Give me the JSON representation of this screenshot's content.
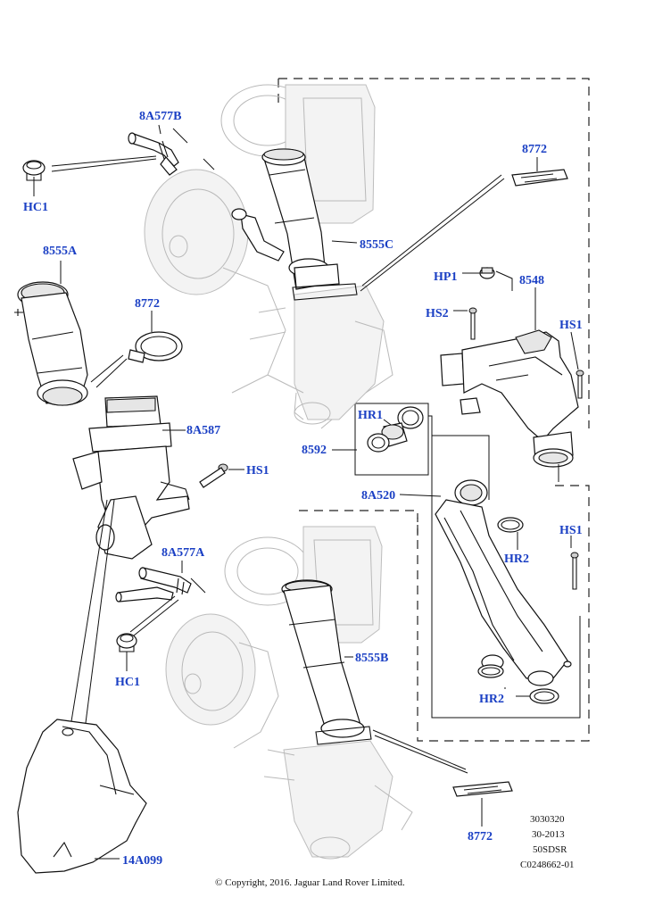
{
  "labels": {
    "8A577B": "8A577B",
    "HC1_top": "HC1",
    "8555A": "8555A",
    "8772_left": "8772",
    "8A587": "8A587",
    "HS1_mid": "HS1",
    "8555C": "8555C",
    "8772_top": "8772",
    "HP1": "HP1",
    "8548": "8548",
    "HS2": "HS2",
    "HS1_right": "HS1",
    "HR1": "HR1",
    "8592": "8592",
    "8A520": "8A520",
    "HR2_upper": "HR2",
    "HS1_lower": "HS1",
    "8A577A": "8A577A",
    "HC1_bottom": "HC1",
    "8555B": "8555B",
    "HR2_lower": "HR2",
    "8772_bottom": "8772",
    "14A099": "14A099"
  },
  "reference": {
    "line1": "3030320",
    "line2": "30-2013",
    "line3": "50SDSR",
    "line4": "C0248662-01"
  },
  "copyright": "© Copyright, 2016. Jaguar Land Rover Limited.",
  "colors": {
    "label": "#1a3fc4",
    "line": "#111111",
    "ghost": "#b9b9b9"
  }
}
